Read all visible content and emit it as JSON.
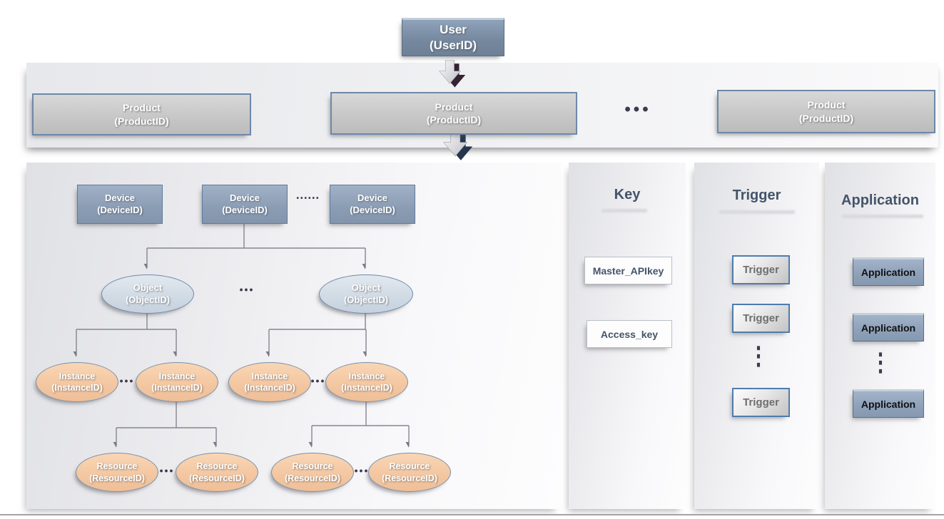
{
  "user_node": {
    "title": "User",
    "subtitle": "(UserID)"
  },
  "product_row": {
    "items": [
      {
        "title": "Product",
        "subtitle": "(ProductID)"
      },
      {
        "title": "Product",
        "subtitle": "(ProductID)"
      },
      {
        "title": "Product",
        "subtitle": "(ProductID)"
      }
    ],
    "ellipsis": "•••"
  },
  "device_tree": {
    "devices": [
      {
        "title": "Device",
        "subtitle": "(DeviceID)"
      },
      {
        "title": "Device",
        "subtitle": "(DeviceID)"
      },
      {
        "title": "Device",
        "subtitle": "(DeviceID)"
      }
    ],
    "device_ellipsis": "••••••",
    "objects": [
      {
        "title": "Object",
        "subtitle": "(ObjectID)"
      },
      {
        "title": "Object",
        "subtitle": "(ObjectID)"
      }
    ],
    "object_ellipsis": "•••",
    "instances": [
      {
        "title": "Instance",
        "subtitle": "(InstanceID)"
      },
      {
        "title": "Instance",
        "subtitle": "(InstanceID)"
      },
      {
        "title": "Instance",
        "subtitle": "(InstanceID)"
      },
      {
        "title": "Instance",
        "subtitle": "(InstanceID)"
      }
    ],
    "instance_ellipsis": "•••",
    "resources": [
      {
        "title": "Resource",
        "subtitle": "(ResourceID)"
      },
      {
        "title": "Resource",
        "subtitle": "(ResourceID)"
      },
      {
        "title": "Resource",
        "subtitle": "(ResourceID)"
      },
      {
        "title": "Resource",
        "subtitle": "(ResourceID)"
      }
    ],
    "resource_ellipsis": "•••"
  },
  "key_panel": {
    "heading": "Key",
    "items": [
      "Master_APIkey",
      "Access_key"
    ]
  },
  "trigger_panel": {
    "heading": "Trigger",
    "items": [
      "Trigger",
      "Trigger",
      "Trigger"
    ],
    "vertical_ellipsis": "⋮"
  },
  "application_panel": {
    "heading": "Application",
    "items": [
      "Application",
      "Application",
      "Application"
    ],
    "vertical_ellipsis": "⋮"
  },
  "colors": {
    "heading_text": "#44546a",
    "blue_node_fill": "#8b9db4",
    "gray_node_fill": "#c6c6c6",
    "object_ellipse_fill": "#d0dae4",
    "peach_ellipse_fill": "#f3c6a0",
    "application_box_fill": "#8da0b8",
    "connector_line": "#85858f",
    "user_arrow_side": "#342433",
    "product_arrow_side": "#24364d"
  }
}
